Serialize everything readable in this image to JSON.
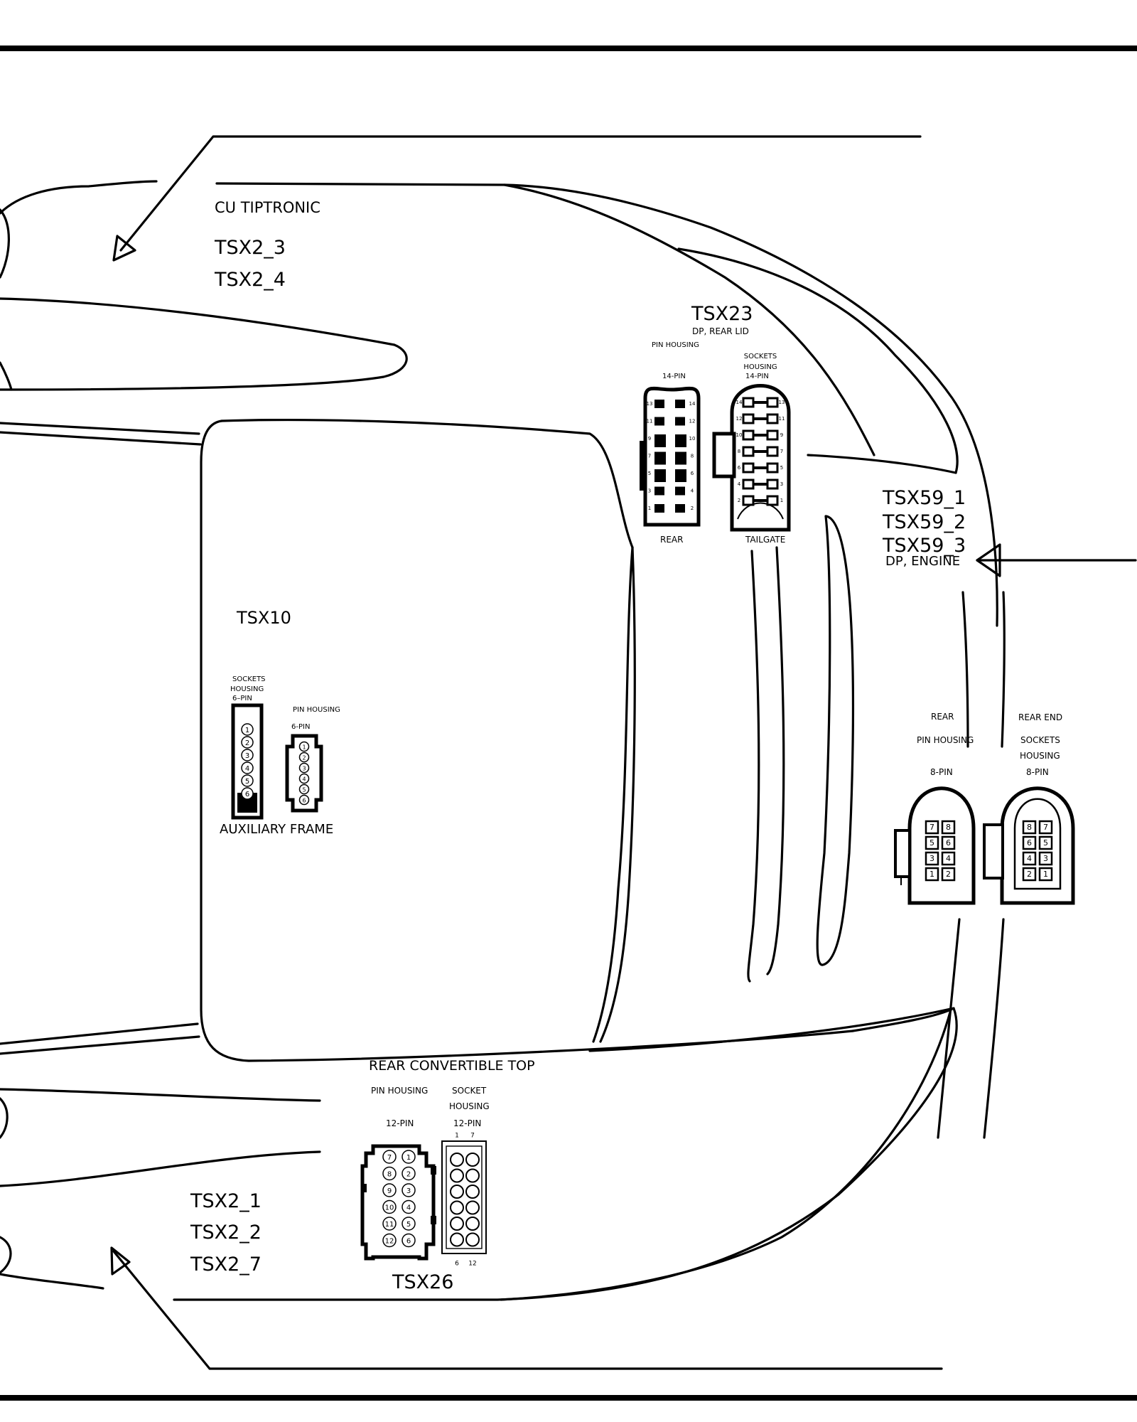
{
  "labels": {
    "cu_tiptronic": "CU TIPTRONIC",
    "tsx2_3": "TSX2_3",
    "tsx2_4": "TSX2_4",
    "tsx23": "TSX23",
    "dp_rear_lid": "DP, REAR LID",
    "pin_housing": "PIN HOUSING",
    "sockets": "SOCKETS",
    "housing": "HOUSING",
    "pin14": "14-PIN",
    "rear": "REAR",
    "tailgate": "TAILGATE",
    "tsx59_1": "TSX59_1",
    "tsx59_2": "TSX59_2",
    "tsx59_3": "TSX59_3",
    "dp_engine": "DP, ENGINE",
    "tsx10": "TSX10",
    "pin6": "6-PIN",
    "pin6_b": "6–PIN",
    "auxiliary_frame": "AUXILIARY FRAME",
    "rear_end": "REAR END",
    "pin8": "8-PIN",
    "rear_convertible_top": "REAR  CONVERTIBLE TOP",
    "socket": "SOCKET",
    "pin12": "12-PIN",
    "tsx26": "TSX26",
    "tsx2_1": "TSX2_1",
    "tsx2_2": "TSX2_2",
    "tsx2_7": "TSX2_7"
  },
  "pins": {
    "tsx23_pin_left": [
      "13",
      "11",
      "9",
      "7",
      "5",
      "3",
      "1"
    ],
    "tsx23_pin_right": [
      "14",
      "12",
      "10",
      "8",
      "6",
      "4",
      "2"
    ],
    "tsx23_socket_left": [
      "14",
      "12",
      "10",
      "8",
      "6",
      "4",
      "2"
    ],
    "tsx23_socket_right": [
      "13",
      "11",
      "9",
      "7",
      "5",
      "3",
      "1"
    ],
    "tsx10_sockets": [
      "1",
      "2",
      "3",
      "4",
      "5",
      "6"
    ],
    "tsx10_pins": [
      "1",
      "2",
      "3",
      "4",
      "5",
      "6"
    ],
    "tsx59_pin": [
      [
        "7",
        "8"
      ],
      [
        "5",
        "6"
      ],
      [
        "3",
        "4"
      ],
      [
        "1",
        "2"
      ]
    ],
    "tsx59_socket": [
      [
        "8",
        "7"
      ],
      [
        "6",
        "5"
      ],
      [
        "4",
        "3"
      ],
      [
        "2",
        "1"
      ]
    ],
    "tsx26_pin_left": [
      "7",
      "8",
      "9",
      "10",
      "11",
      "12"
    ],
    "tsx26_pin_right": [
      "1",
      "2",
      "3",
      "4",
      "5",
      "6"
    ],
    "tsx26_socket_top": [
      "1",
      "7"
    ],
    "tsx26_socket_bottom": [
      "6",
      "12"
    ]
  }
}
